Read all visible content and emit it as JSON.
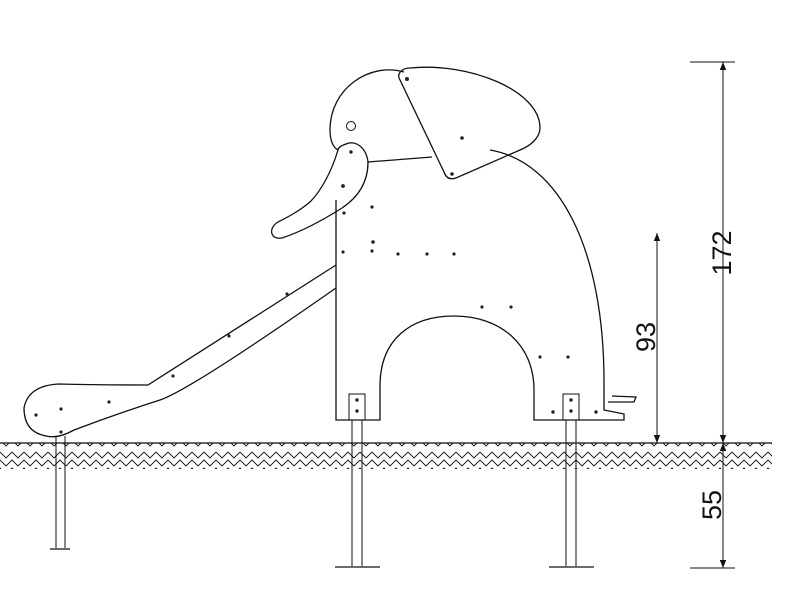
{
  "drawing": {
    "subject": "elephant-slide",
    "dimensions": {
      "total_height": "172",
      "platform_height": "93",
      "foundation_depth": "55"
    },
    "colors": {
      "line": "#111111",
      "background": "#ffffff"
    }
  }
}
